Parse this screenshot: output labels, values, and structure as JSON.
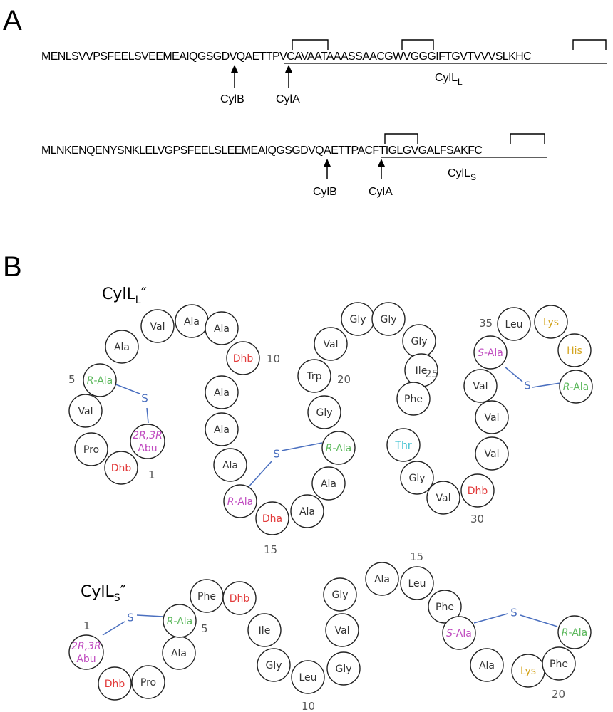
{
  "panel_a": {
    "label": "A",
    "seq1": {
      "prefix": "MENLSVVPSFEELSVEEMEAIQGSGDVQAE",
      "core": "TTPVCAVAATAAASSAACGWVGGGIFTGVTVVVSLKHC",
      "peptide_name": "CylL",
      "peptide_sub": "L",
      "site_b": "CylB",
      "site_a": "CylA"
    },
    "seq2": {
      "prefix": "MLNKENQENYSNKLELVGPSFEELSLEEMEAIQGSGDVQAE",
      "core": "TTPACFTIGLGVGALFSAKFC",
      "peptide_name": "CylL",
      "peptide_sub": "S",
      "site_b": "CylB",
      "site_a": "CylA"
    }
  },
  "panel_b": {
    "label": "B",
    "title_L": {
      "main": "CylL",
      "sub": "L",
      "suffix": "″"
    },
    "title_S": {
      "main": "CylL",
      "sub": "S",
      "suffix": "″"
    },
    "bond_label": "S",
    "colors": {
      "black": "#333333",
      "red": "#e23b3b",
      "green": "#5cb85c",
      "magenta": "#c04bc0",
      "cyan": "#3cc0d0",
      "gold": "#d4a520",
      "bond": "#4a6fbf"
    },
    "residues_L": [
      {
        "t": "Dhb",
        "c": "red"
      },
      {
        "t": "Pro",
        "c": "black"
      },
      {
        "t": "Val",
        "c": "black"
      },
      {
        "t": "R-Ala",
        "c": "green",
        "it": "R"
      },
      {
        "t": "Ala",
        "c": "black"
      },
      {
        "t": "Val",
        "c": "black"
      },
      {
        "t": "Ala",
        "c": "black"
      },
      {
        "t": "Ala",
        "c": "black"
      },
      {
        "t": "Dhb",
        "c": "red"
      },
      {
        "t": "Ala",
        "c": "black"
      },
      {
        "t": "Ala",
        "c": "black"
      },
      {
        "t": "Ala",
        "c": "black"
      },
      {
        "t": "R-Ala",
        "c": "magenta",
        "it": "R"
      },
      {
        "t": "Dha",
        "c": "red"
      },
      {
        "t": "Ala",
        "c": "black"
      },
      {
        "t": "Ala",
        "c": "black"
      },
      {
        "t": "R-Ala",
        "c": "green",
        "it": "R"
      },
      {
        "t": "Gly",
        "c": "black"
      },
      {
        "t": "Trp",
        "c": "black"
      },
      {
        "t": "Val",
        "c": "black"
      },
      {
        "t": "Gly",
        "c": "black"
      },
      {
        "t": "Gly",
        "c": "black"
      },
      {
        "t": "Gly",
        "c": "black"
      },
      {
        "t": "Ile",
        "c": "black"
      },
      {
        "t": "Phe",
        "c": "black"
      },
      {
        "t": "Thr",
        "c": "cyan"
      },
      {
        "t": "Gly",
        "c": "black"
      },
      {
        "t": "Val",
        "c": "black"
      },
      {
        "t": "Dhb",
        "c": "red"
      },
      {
        "t": "Val",
        "c": "black"
      },
      {
        "t": "Val",
        "c": "black"
      },
      {
        "t": "Val",
        "c": "black"
      },
      {
        "t": "S-Ala",
        "c": "magenta",
        "it": "S"
      },
      {
        "t": "Leu",
        "c": "black"
      },
      {
        "t": "Lys",
        "c": "gold"
      },
      {
        "t": "His",
        "c": "gold"
      },
      {
        "t": "R-Ala",
        "c": "green",
        "it": "R"
      }
    ],
    "abu_L": {
      "line1": "2R,3R",
      "line2": "Abu",
      "c": "magenta"
    },
    "numbers_L": [
      "1",
      "5",
      "10",
      "15",
      "20",
      "25",
      "30",
      "35"
    ],
    "residues_S": [
      {
        "t": "Dhb",
        "c": "red"
      },
      {
        "t": "Pro",
        "c": "black"
      },
      {
        "t": "Ala",
        "c": "black"
      },
      {
        "t": "R-Ala",
        "c": "green",
        "it": "R"
      },
      {
        "t": "Phe",
        "c": "black"
      },
      {
        "t": "Dhb",
        "c": "red"
      },
      {
        "t": "Ile",
        "c": "black"
      },
      {
        "t": "Gly",
        "c": "black"
      },
      {
        "t": "Leu",
        "c": "black"
      },
      {
        "t": "Gly",
        "c": "black"
      },
      {
        "t": "Val",
        "c": "black"
      },
      {
        "t": "Gly",
        "c": "black"
      },
      {
        "t": "Ala",
        "c": "black"
      },
      {
        "t": "Leu",
        "c": "black"
      },
      {
        "t": "Phe",
        "c": "black"
      },
      {
        "t": "S-Ala",
        "c": "magenta",
        "it": "S"
      },
      {
        "t": "Ala",
        "c": "black"
      },
      {
        "t": "Lys",
        "c": "gold"
      },
      {
        "t": "Phe",
        "c": "black"
      },
      {
        "t": "R-Ala",
        "c": "green",
        "it": "R"
      }
    ],
    "abu_S": {
      "line1": "2R,3R",
      "line2": "Abu",
      "c": "magenta"
    },
    "numbers_S": [
      "1",
      "5",
      "10",
      "15",
      "20"
    ]
  }
}
